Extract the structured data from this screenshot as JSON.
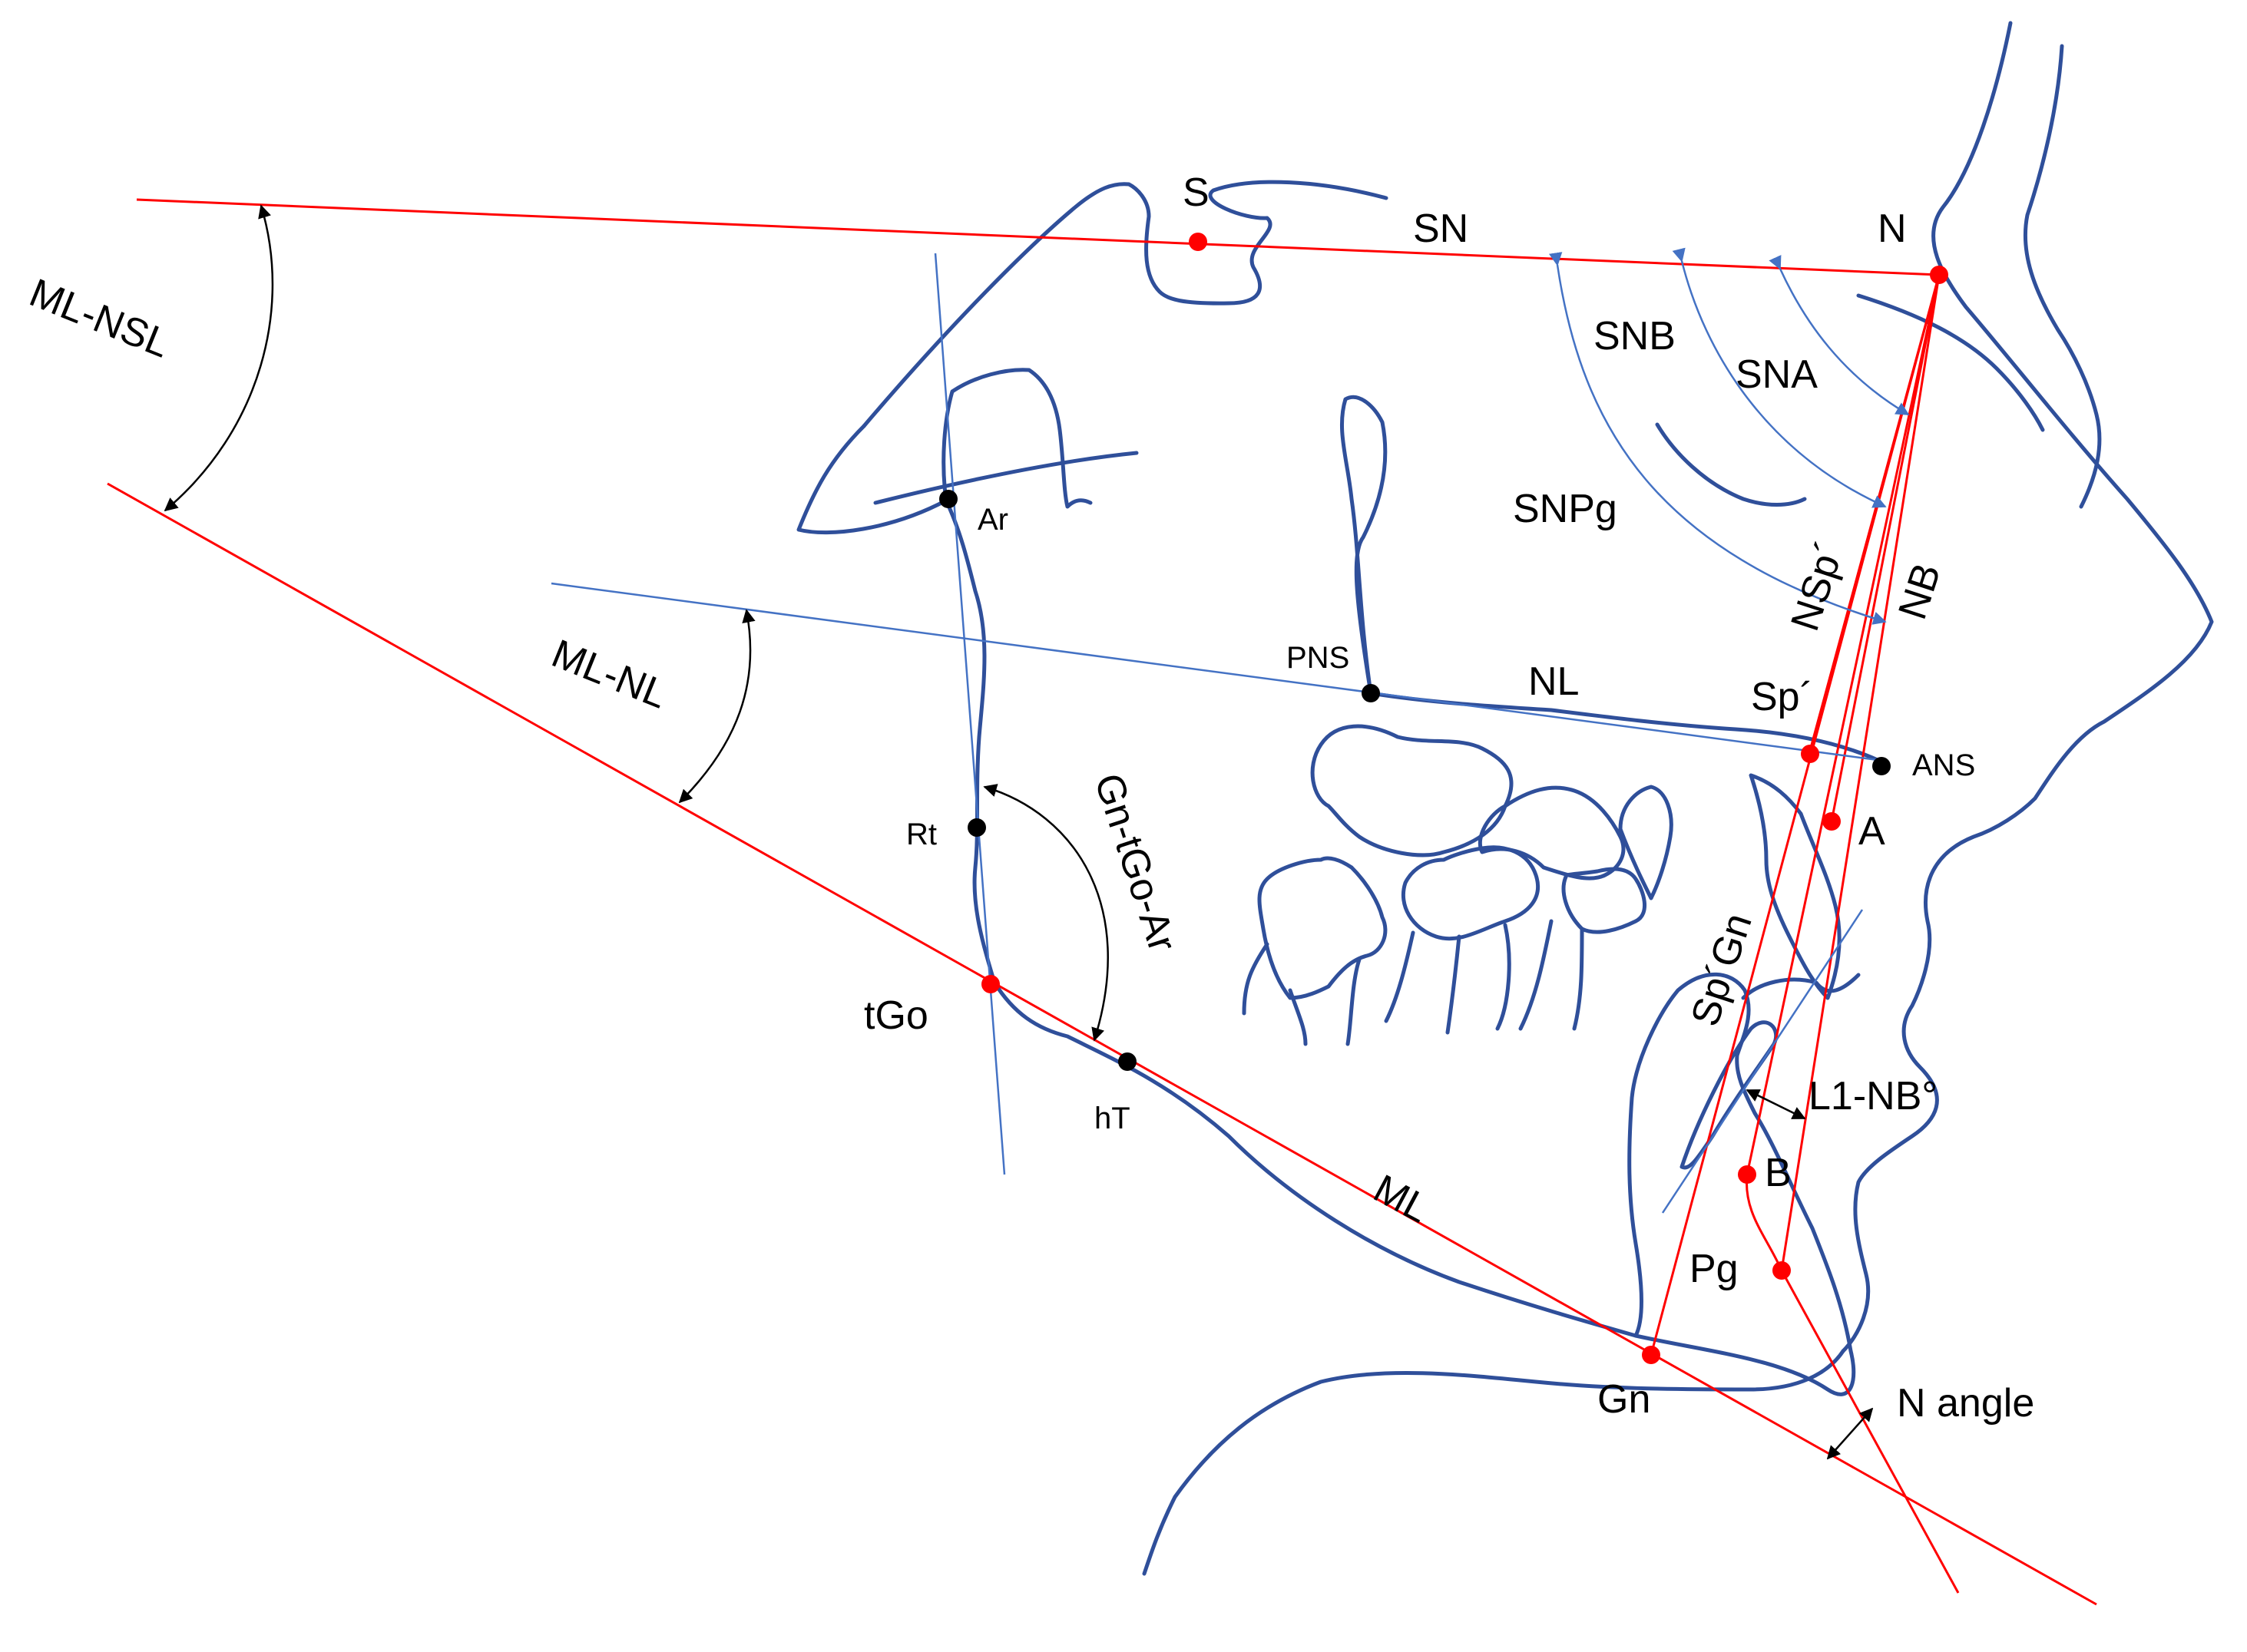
{
  "colors": {
    "anatomy": "#2F4F9A",
    "reference_line": "#FF0000",
    "construction_line": "#4472C4",
    "angle_arrow_black": "#000000",
    "point_red": "#FF0000",
    "point_black": "#000000"
  },
  "labels": {
    "s": "S",
    "sn": "SN",
    "n": "N",
    "snb": "SNB",
    "sna": "SNA",
    "snpg": "SNPg",
    "nsp": "NSp´",
    "nb": "NB",
    "ml_nsl": "ML-NSL",
    "ar": "Ar",
    "pns": "PNS",
    "nl": "NL",
    "sp": "Sp´",
    "ans": "ANS",
    "a": "A",
    "ml_nl": "ML-NL",
    "rt": "Rt",
    "gn_tgo_ar": "Gn-tGo-Ar",
    "tgo": "tGo",
    "ht": "hT",
    "sp_gn": "Sp´Gn",
    "l1_nb": "L1-NB°",
    "b": "B",
    "ml": "ML",
    "pg": "Pg",
    "gn": "Gn",
    "n_angle": "N angle"
  }
}
